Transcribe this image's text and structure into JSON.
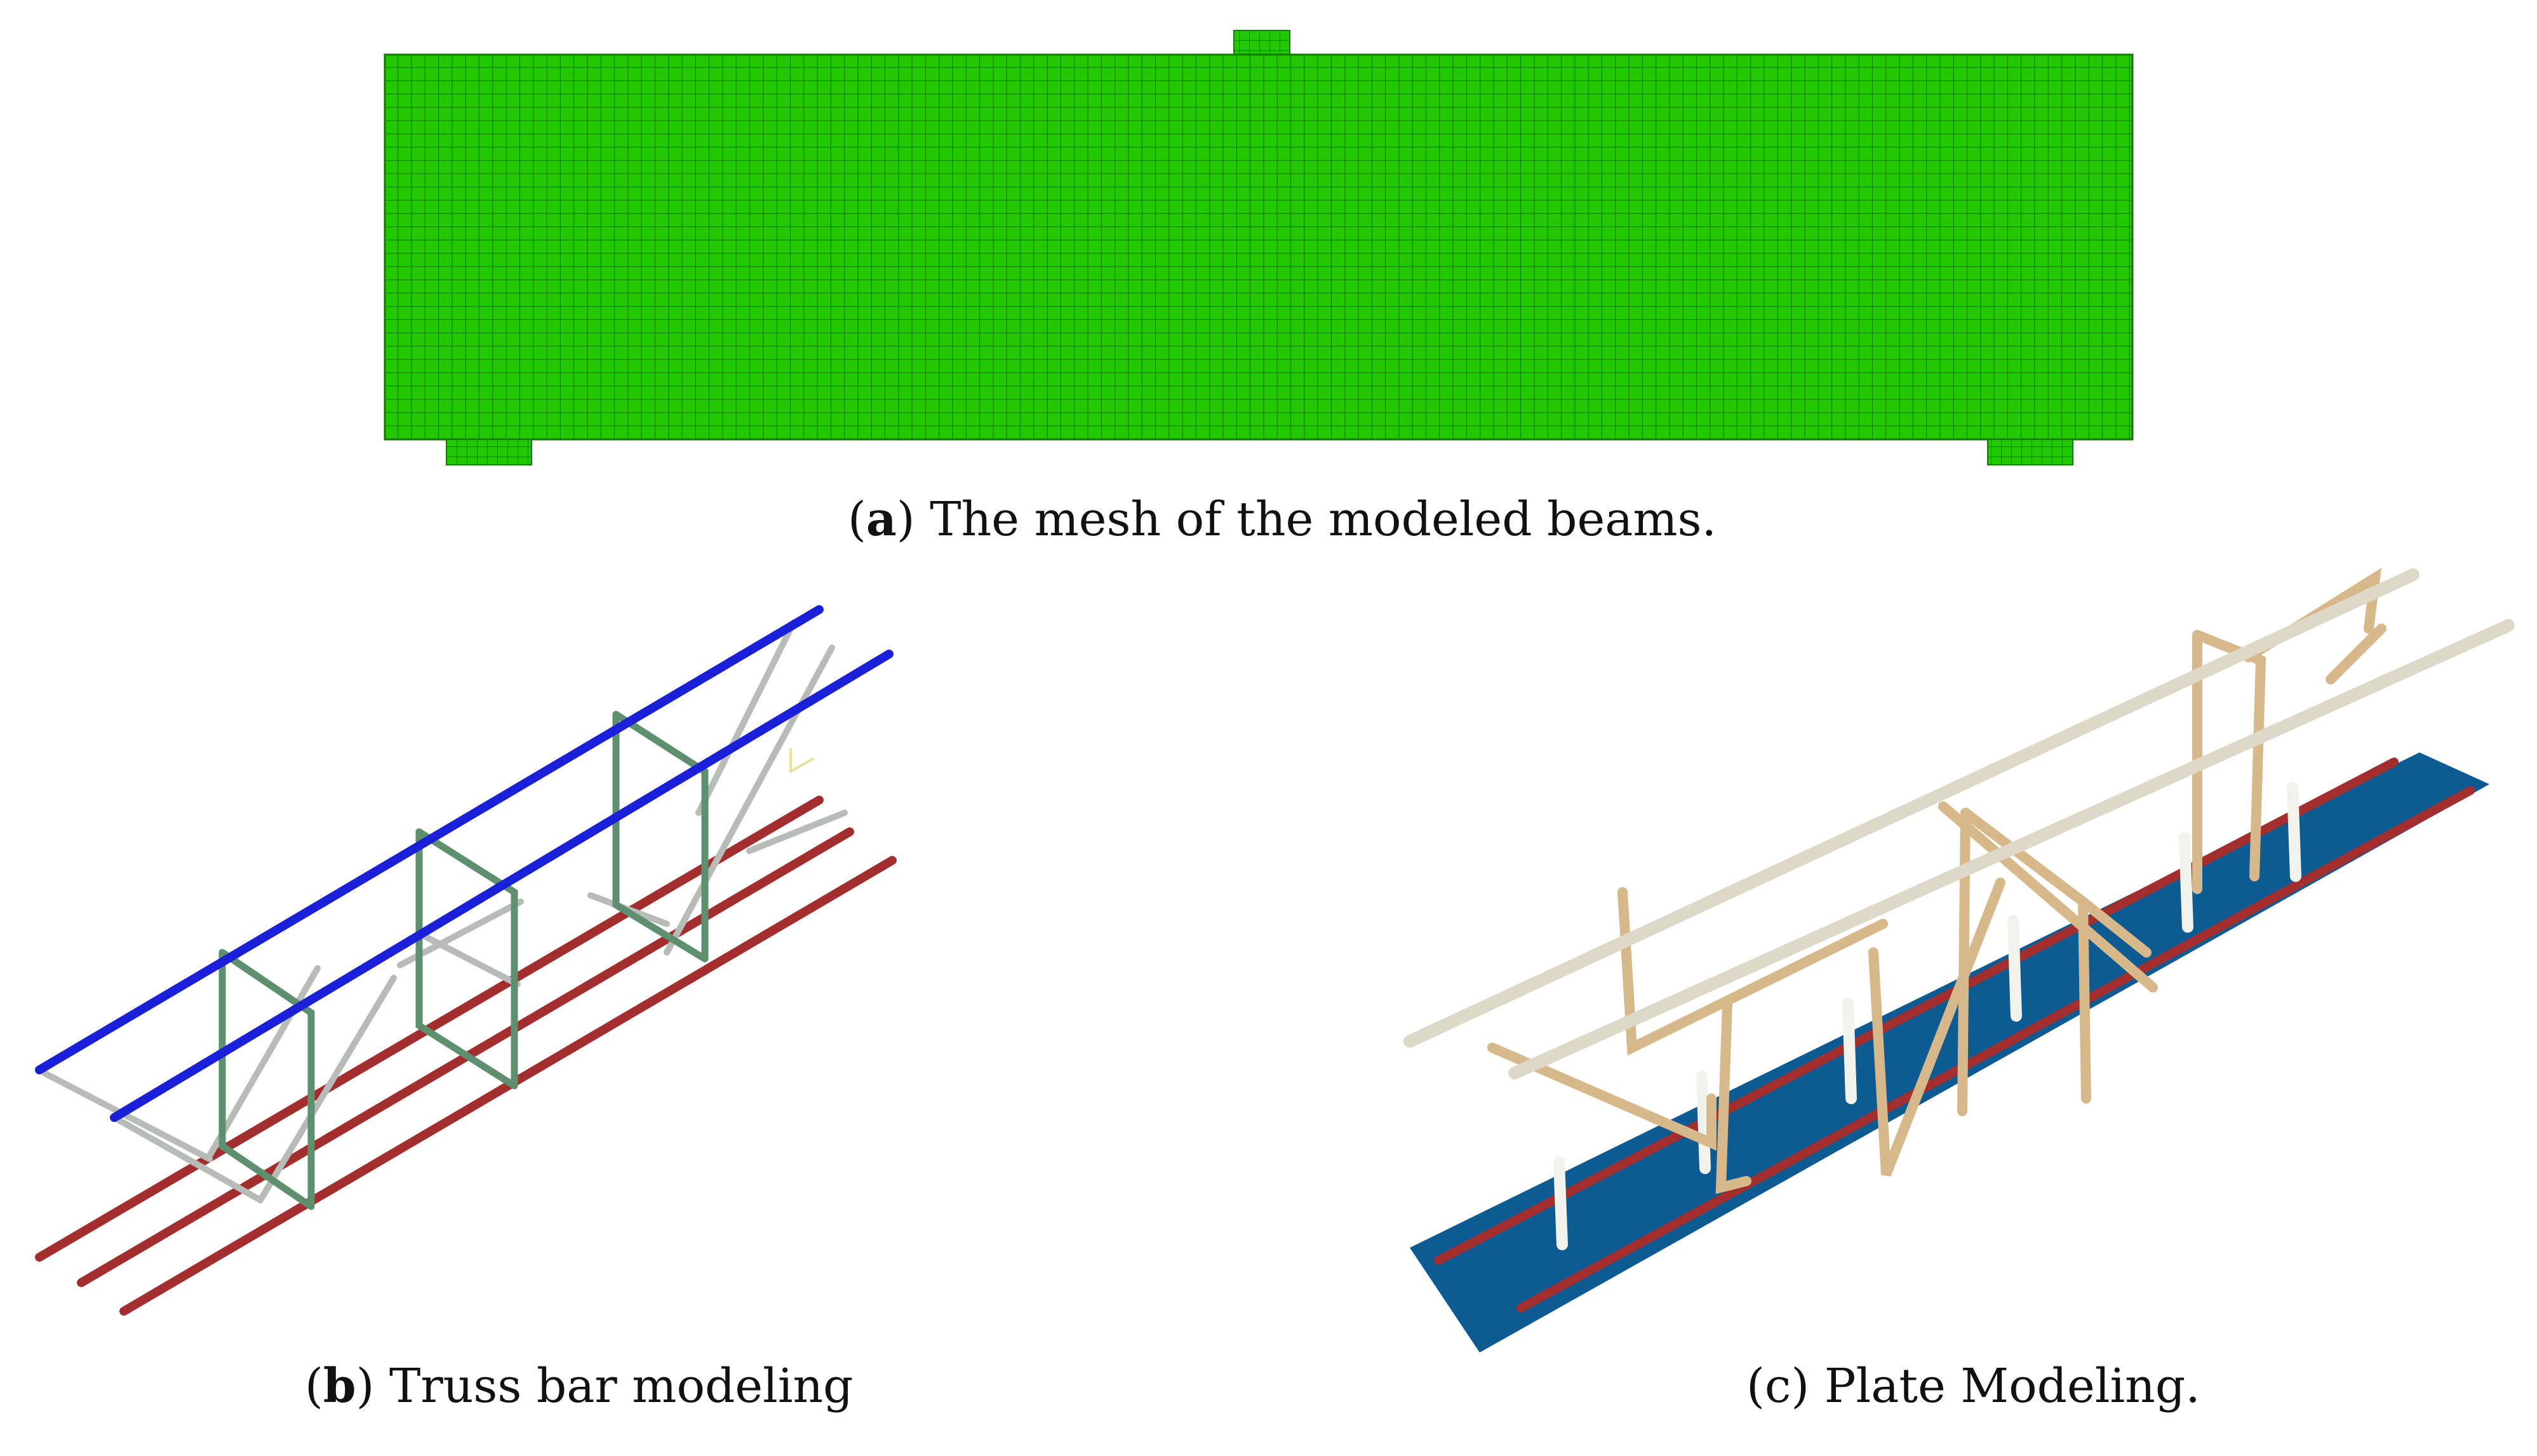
{
  "figure": {
    "panels": [
      {
        "id": "a",
        "letter": "a",
        "caption": "The mesh of the modeled beams."
      },
      {
        "id": "b",
        "letter": "b",
        "caption": "Truss bar modeling"
      },
      {
        "id": "c",
        "letter": "c",
        "caption": "Plate Modeling."
      }
    ]
  },
  "colors": {
    "mesh_fill": "#22c800",
    "mesh_line": "#147a00",
    "top_bar_blue": "#1a20d8",
    "bottom_bar_red": "#a32e2e",
    "stirrup_green": "#5e8f6e",
    "diagonal_gray": "#b8bcb8",
    "plate_blue": "#0e5a92",
    "top_bar_cream": "#ddd8c8",
    "truss_tan": "#d6b88a",
    "chair_white": "#f2f2ec"
  }
}
